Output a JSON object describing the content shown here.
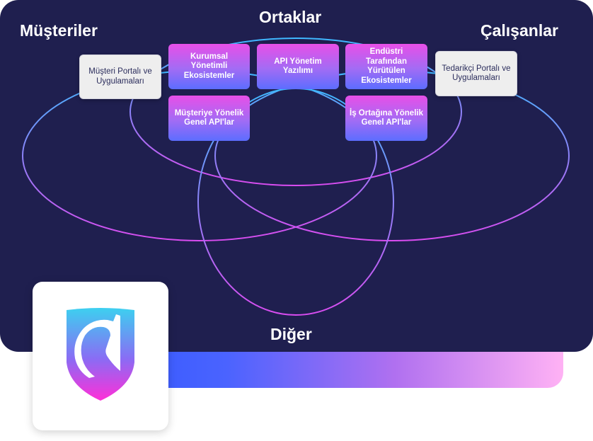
{
  "groups": {
    "customers": "Müşteriler",
    "partners": "Ortaklar",
    "employees": "Çalışanlar",
    "other": "Diğer"
  },
  "boxes": {
    "customer_portal": "Müşteri Portalı ve Uygulamaları",
    "corporate_ecosystems": "Kurumsal Yönetimli Ekosistemler",
    "api_management": "API Yönetim Yazılımı",
    "industry_ecosystems": "Endüstri Tarafından Yürütülen Ekosistemler",
    "supplier_portal": "Tedarikçi Portalı ve Uygulamaları",
    "customer_apis": "Müşteriye Yönelik Genel API'lar",
    "partner_apis": "İş Ortağına Yönelik Genel API'lar"
  },
  "colors": {
    "panel": "#1f1f4f",
    "ring_start": "#3fb8ff",
    "ring_end": "#d94cf0",
    "box_gradient_top": "#e84fe8",
    "box_gradient_bottom": "#5c6dff",
    "bar_start": "#3a5cff",
    "bar_end": "#ffb2f4"
  },
  "logo": {
    "icon": "horse-shield-icon"
  }
}
